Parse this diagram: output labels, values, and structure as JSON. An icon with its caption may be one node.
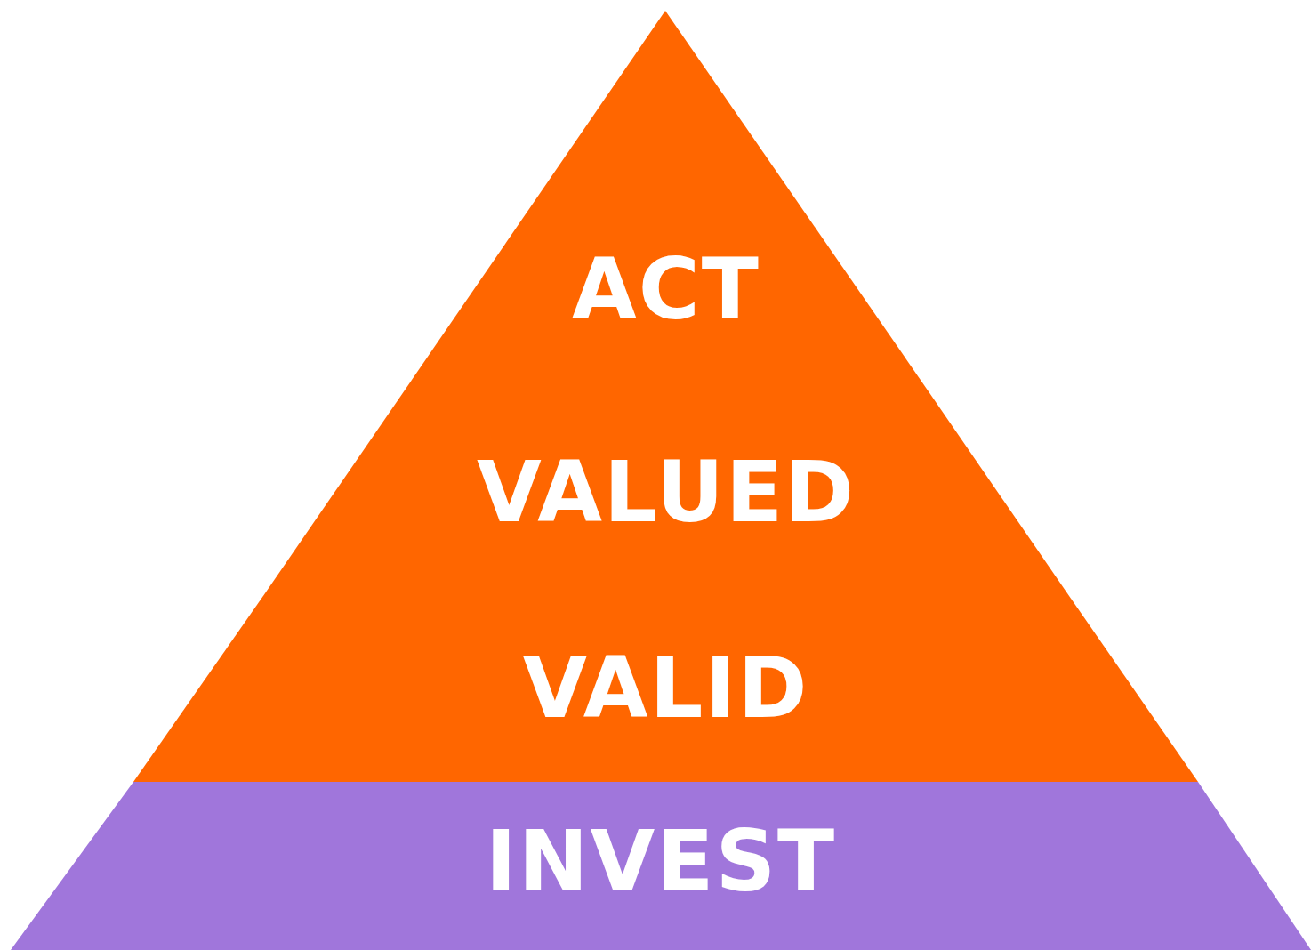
{
  "diagram": {
    "nodes": [
      {
        "text": [
          "ACT"
        ]
      },
      {
        "text": [
          "VALUED"
        ]
      },
      {
        "text": [
          "VALID"
        ]
      },
      {
        "text": [
          "INVEST"
        ]
      }
    ]
  }
}
